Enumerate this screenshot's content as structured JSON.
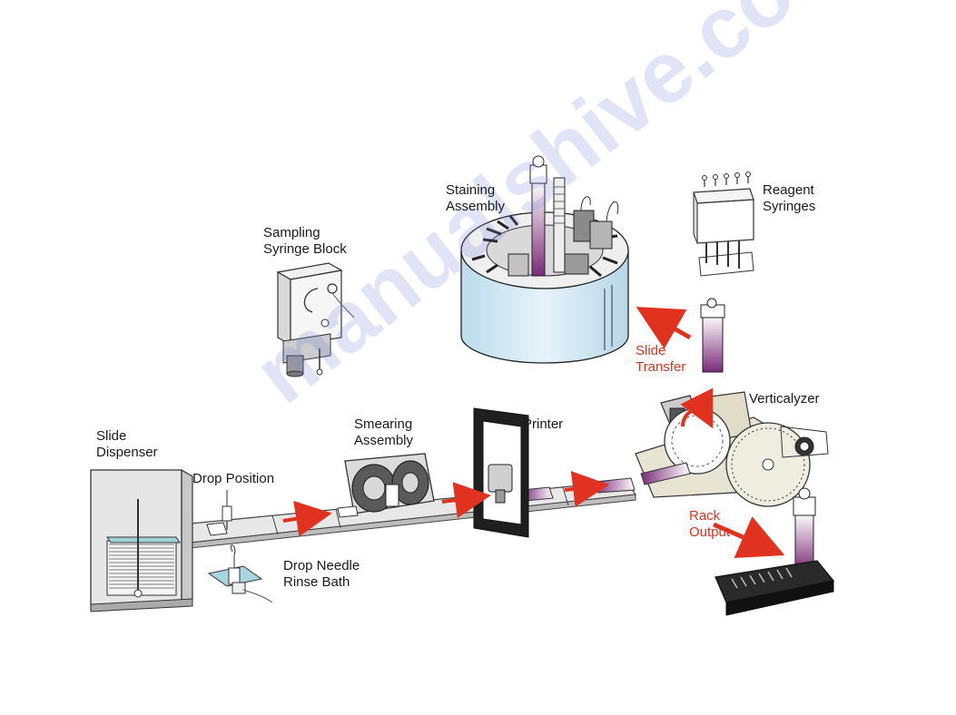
{
  "labels": {
    "staining_assembly": [
      "Staining",
      "Assembly"
    ],
    "reagent_syringes": [
      "Reagent",
      "Syringes"
    ],
    "sampling_syringe_block": [
      "Sampling",
      "Syringe Block"
    ],
    "slide_transfer": [
      "Slide",
      "Transfer"
    ],
    "verticalyzer": "Verticalyzer",
    "smearing_assembly": [
      "Smearing",
      "Assembly"
    ],
    "printer": "Printer",
    "slide_dispenser": [
      "Slide",
      "Dispenser"
    ],
    "drop_position": "Drop Position",
    "drop_needle_rinse_bath": [
      "Drop Needle",
      "Rinse Bath"
    ],
    "rack_output": [
      "Rack",
      "Output"
    ]
  },
  "watermark": "manualshive.com",
  "colors": {
    "text": "#1a1a1a",
    "red_label": "#e0321e",
    "arrow": "#e0321e",
    "outline": "#222222",
    "drum_blue": "#cfe6f2",
    "slide_purple": "#7a2a78",
    "track_gray": "#e4e4e4"
  }
}
